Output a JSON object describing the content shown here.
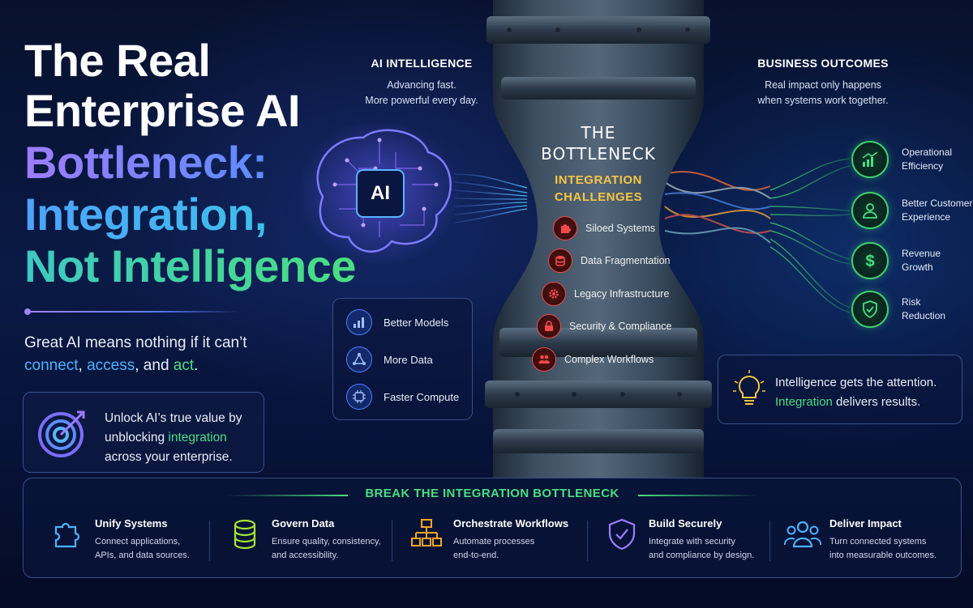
{
  "headline": {
    "line1": "The Real",
    "line2": "Enterprise AI",
    "line3": "Bottleneck:",
    "line4": "Integration,",
    "line5": "Not Intelligence"
  },
  "tagline": {
    "part1": "Great AI means nothing if it can’t ",
    "connect": "connect",
    "sep1": ", ",
    "access": "access",
    "sep2": ", and ",
    "act": "act",
    "end": "."
  },
  "unlock": {
    "part1": "Unlock AI’s true value by unblocking ",
    "highlight": "integration",
    "part2": " across your enterprise."
  },
  "ai_intelligence": {
    "title": "AI INTELLIGENCE",
    "line1": "Advancing fast.",
    "line2": "More powerful every day.",
    "chip_label": "AI"
  },
  "drivers": [
    {
      "label": "Better Models",
      "icon": "bar-chart-icon"
    },
    {
      "label": "More Data",
      "icon": "network-icon"
    },
    {
      "label": "Faster Compute",
      "icon": "chip-icon"
    }
  ],
  "bottleneck": {
    "title_line1": "THE",
    "title_line2": "BOTTLENECK",
    "sub_line1": "INTEGRATION",
    "sub_line2": "CHALLENGES",
    "challenges": [
      {
        "label": "Siloed Systems",
        "icon": "puzzle-icon"
      },
      {
        "label": "Data Fragmentation",
        "icon": "database-icon"
      },
      {
        "label": "Legacy Infrastructure",
        "icon": "gear-icon"
      },
      {
        "label": "Security & Compliance",
        "icon": "lock-icon"
      },
      {
        "label": "Complex Workflows",
        "icon": "people-icon"
      }
    ]
  },
  "business_outcomes": {
    "title": "BUSINESS OUTCOMES",
    "line1": "Real impact only happens",
    "line2": "when systems work together.",
    "items": [
      {
        "line1": "Operational",
        "line2": "Efficiency",
        "icon": "growth-chart-icon"
      },
      {
        "line1": "Better Customer",
        "line2": "Experience",
        "icon": "person-icon"
      },
      {
        "line1": "Revenue",
        "line2": "Growth",
        "icon": "dollar-icon"
      },
      {
        "line1": "Risk",
        "line2": "Reduction",
        "icon": "shield-check-icon"
      }
    ]
  },
  "insight": {
    "line1": "Intelligence gets the attention.",
    "highlight": "Integration",
    "line2_rest": " delivers results."
  },
  "bottom": {
    "title": "BREAK THE INTEGRATION BOTTLENECK",
    "pillars": [
      {
        "title": "Unify Systems",
        "desc1": "Connect applications,",
        "desc2": "APIs, and data sources.",
        "icon": "puzzle-icon"
      },
      {
        "title": "Govern Data",
        "desc1": "Ensure quality, consistency,",
        "desc2": "and accessibility.",
        "icon": "database-icon"
      },
      {
        "title": "Orchestrate Workflows",
        "desc1": "Automate processes",
        "desc2": "end-to-end.",
        "icon": "workflow-icon"
      },
      {
        "title": "Build Securely",
        "desc1": "Integrate with security",
        "desc2": "and compliance by design.",
        "icon": "shield-check-icon"
      },
      {
        "title": "Deliver Impact",
        "desc1": "Turn connected systems",
        "desc2": "into measurable outcomes.",
        "icon": "team-icon"
      }
    ]
  },
  "colors": {
    "accent_purple": "#9d7cff",
    "accent_blue": "#49b3ff",
    "accent_green": "#4ade80",
    "accent_yellow": "#f5c542",
    "alert_red": "#ef4b4b"
  }
}
